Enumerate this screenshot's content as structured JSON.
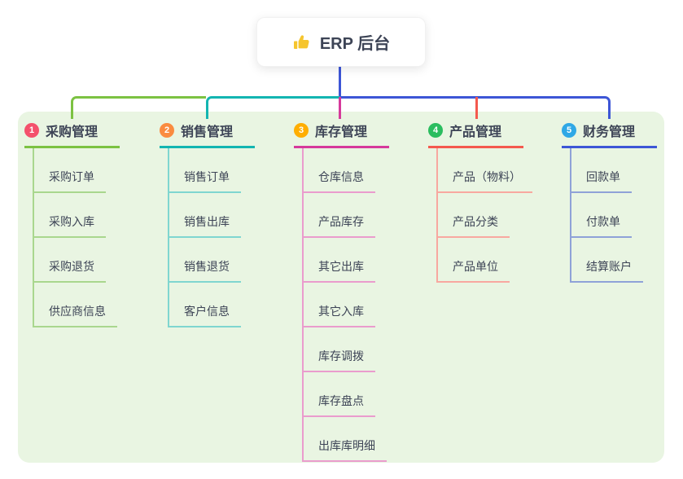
{
  "root": {
    "title": "ERP 后台",
    "icon": "thumbs-up-icon",
    "icon_color": "#f6c52e"
  },
  "colors": {
    "panel_bg": "#e9f5e2",
    "connector_blue": "#3d56d6",
    "text": "#3d4456"
  },
  "branches": [
    {
      "number": "1",
      "label": "采购管理",
      "badge_color": "#f4516c",
      "line_color": "#7cc242",
      "light_color": "#a9d78e",
      "children": [
        "采购订单",
        "采购入库",
        "采购退货",
        "供应商信息"
      ]
    },
    {
      "number": "2",
      "label": "销售管理",
      "badge_color": "#fa8b40",
      "line_color": "#13b5b1",
      "light_color": "#7fd6d0",
      "children": [
        "销售订单",
        "销售出库",
        "销售退货",
        "客户信息"
      ]
    },
    {
      "number": "3",
      "label": "库存管理",
      "badge_color": "#ffae02",
      "line_color": "#d6399b",
      "light_color": "#ea9ccd",
      "children": [
        "仓库信息",
        "产品库存",
        "其它出库",
        "其它入库",
        "库存调拨",
        "库存盘点",
        "出库库明细"
      ]
    },
    {
      "number": "4",
      "label": "产品管理",
      "badge_color": "#2bbd5f",
      "line_color": "#f4594e",
      "light_color": "#f8a8a0",
      "children": [
        "产品（物料）",
        "产品分类",
        "产品单位"
      ]
    },
    {
      "number": "5",
      "label": "财务管理",
      "badge_color": "#2fa8e6",
      "line_color": "#3d56d6",
      "light_color": "#8fa2d8",
      "children": [
        "回款单",
        "付款单",
        "结算账户"
      ]
    }
  ]
}
